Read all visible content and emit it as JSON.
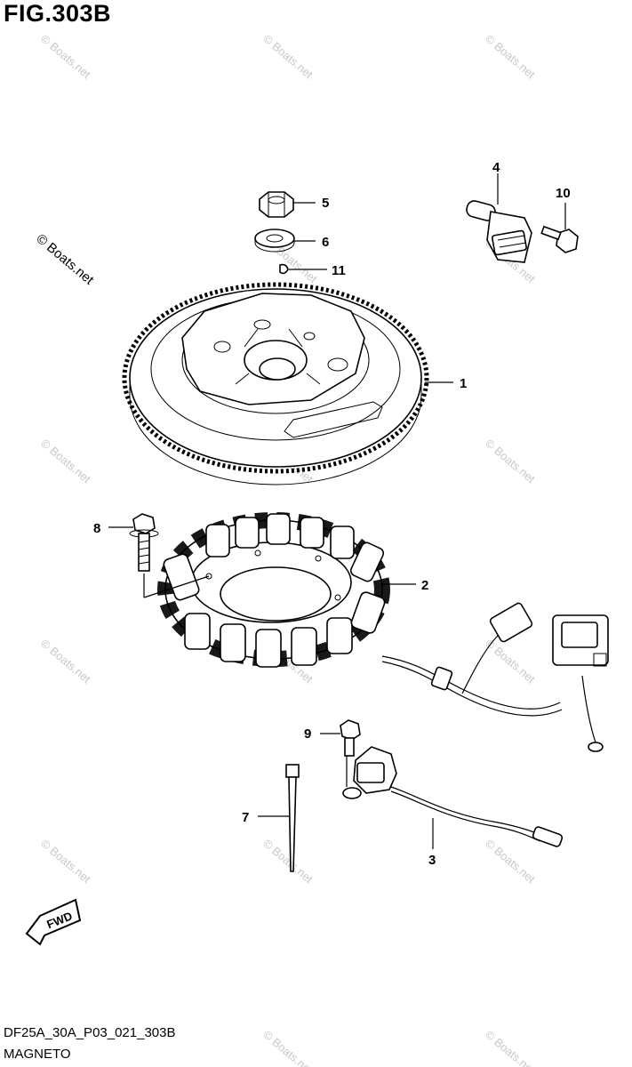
{
  "figure": {
    "title": "FIG.303B",
    "code": "DF25A_30A_P03_021_303B",
    "caption": "MAGNETO",
    "watermark": "© Boats.net"
  },
  "callouts": [
    {
      "id": "c1",
      "label": "1",
      "part": "flywheel"
    },
    {
      "id": "c2",
      "label": "2",
      "part": "stator"
    },
    {
      "id": "c3",
      "label": "3",
      "part": "pulser-coil"
    },
    {
      "id": "c4",
      "label": "4",
      "part": "sensor"
    },
    {
      "id": "c5",
      "label": "5",
      "part": "nut"
    },
    {
      "id": "c6",
      "label": "6",
      "part": "washer"
    },
    {
      "id": "c7",
      "label": "7",
      "part": "cable-tie"
    },
    {
      "id": "c8",
      "label": "8",
      "part": "bolt"
    },
    {
      "id": "c9",
      "label": "9",
      "part": "bolt"
    },
    {
      "id": "c10",
      "label": "10",
      "part": "bolt"
    },
    {
      "id": "c11",
      "label": "11",
      "part": "key"
    }
  ],
  "fwd_label": "FWD"
}
